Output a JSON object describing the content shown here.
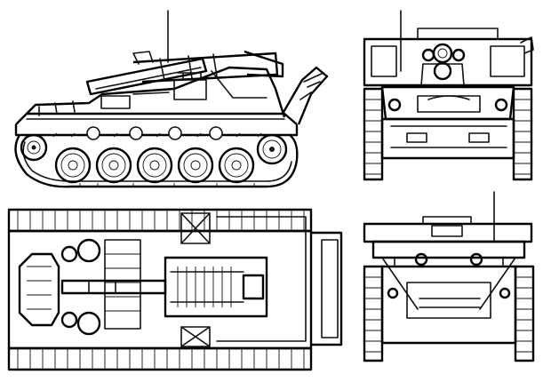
{
  "drawing": {
    "subject": "",
    "views": [
      {
        "id": "side-view",
        "name": ""
      },
      {
        "id": "front-view",
        "name": ""
      },
      {
        "id": "top-view",
        "name": ""
      },
      {
        "id": "rear-view",
        "name": ""
      }
    ]
  },
  "colors": {
    "ink": "#111111",
    "paper": "#ffffff"
  }
}
